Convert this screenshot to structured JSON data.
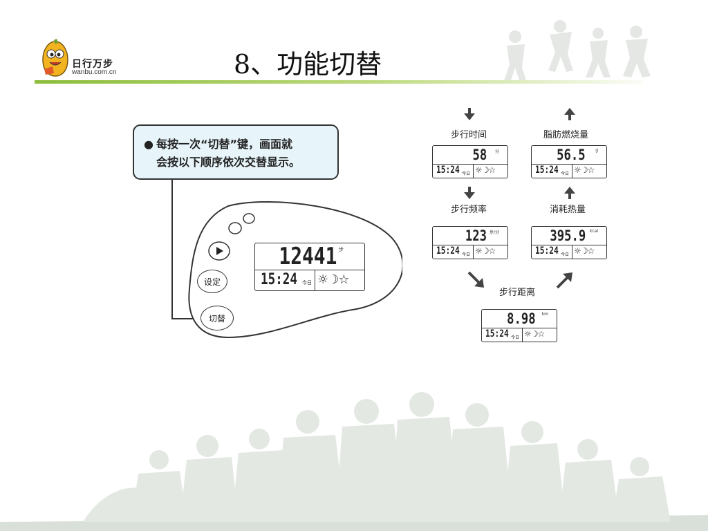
{
  "header": {
    "logo_cn": "日行万步",
    "logo_en": "wanbu.com.cn",
    "title": "8、功能切替"
  },
  "callout": {
    "line1": "每按一次“切替”键，画面就",
    "line2": "会按以下顺序依次交替显示。"
  },
  "device": {
    "btn_set": "设定",
    "btn_switch": "切替",
    "lcd": {
      "value": "12441",
      "unit": "步",
      "time": "15:24",
      "today": "今日",
      "icons": "☼☽☆"
    }
  },
  "flow": {
    "step_time": {
      "label": "步行时间",
      "value": "58",
      "unit": "分"
    },
    "step_freq": {
      "label": "步行频率",
      "value": "123",
      "unit": "步/分"
    },
    "distance": {
      "label": "步行距离",
      "value": "8.98",
      "unit": "km"
    },
    "calories": {
      "label": "消耗热量",
      "value": "395.9",
      "unit": "kcal"
    },
    "fat": {
      "label": "脂肪燃烧量",
      "value": "56.5",
      "unit": "g"
    },
    "time": "15:24",
    "today": "今日",
    "icons": "☼☽☆"
  },
  "colors": {
    "accent_green": "#8dbd3c",
    "callout_bg": "#e7f4fa",
    "silhouette": "#e3e8e3"
  }
}
